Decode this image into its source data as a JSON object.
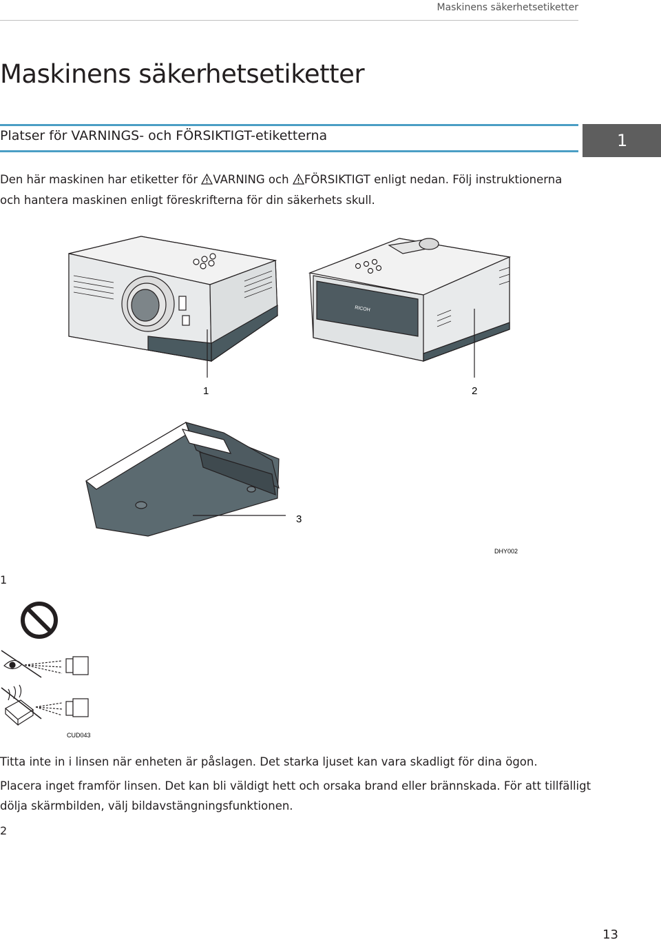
{
  "header": {
    "running_title": "Maskinens säkerhetsetiketter"
  },
  "page": {
    "title": "Maskinens säkerhetsetiketter",
    "chapter_tab": "1",
    "page_number": "13"
  },
  "section": {
    "title": "Platser för VARNINGS- och FÖRSIKTIGT-etiketterna"
  },
  "intro": {
    "part1": "Den här maskinen har etiketter för ",
    "warning": "VARNING",
    "and": " och ",
    "caution": "FÖRSIKTIGT",
    "part2": " enligt nedan. Följ instruktionerna",
    "line2": "och hantera maskinen enligt föreskrifterna för din säkerhets skull."
  },
  "figure1": {
    "callouts": [
      "1",
      "2",
      "3"
    ],
    "code": "DHY002",
    "brand_label": "RICOH"
  },
  "items": [
    {
      "number": "1",
      "figure_code": "CUD043",
      "lines": [
        "Titta inte in i linsen när enheten är påslagen. Det starka ljuset kan vara skadligt för dina ögon."
      ],
      "lines2": [
        "Placera inget framför linsen. Det kan bli väldigt hett och orsaka brand eller brännskada. För att tillfälligt",
        "dölja skärmbilden, välj bildavstängningsfunktionen."
      ]
    },
    {
      "number": "2"
    }
  ]
}
